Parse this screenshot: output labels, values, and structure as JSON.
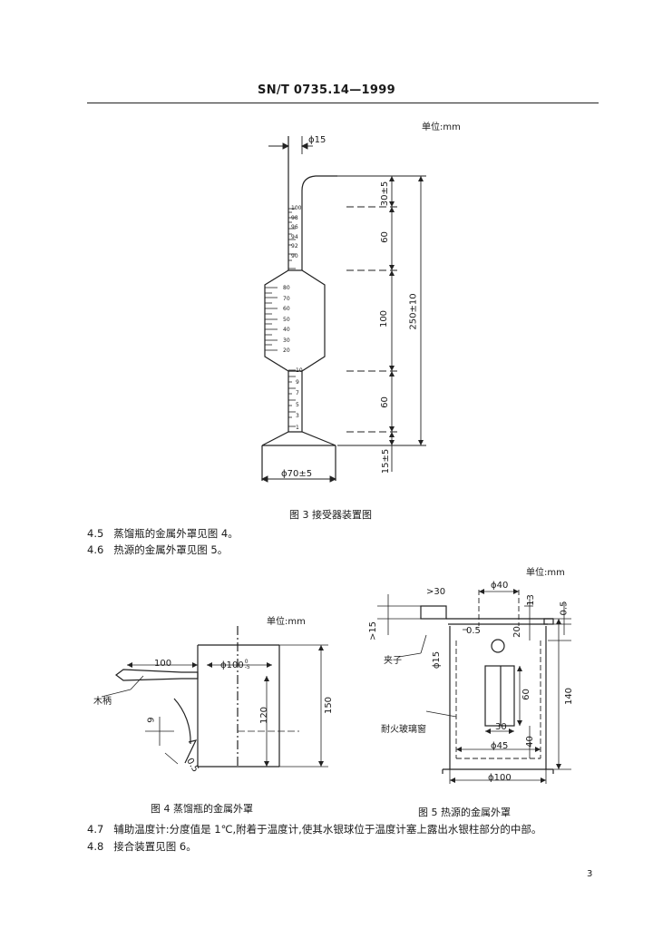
{
  "header": {
    "standard_no": "SN/T 0735.14—1999"
  },
  "figure3": {
    "unit": "单位:mm",
    "caption": "图 3   接受器装置图",
    "dims": {
      "top_dia": "ϕ15",
      "base_dia": "ϕ70±5",
      "d1": "30±5",
      "d2": "60",
      "d3": "100",
      "d4": "60",
      "d5": "15±5",
      "total": "250±10"
    },
    "scale_upper": [
      "100",
      "98",
      "96",
      "94",
      "92",
      "90"
    ],
    "scale_middle": [
      "80",
      "70",
      "60",
      "50",
      "40",
      "30",
      "20"
    ],
    "scale_lower": [
      "10",
      "9",
      "7",
      "5",
      "3",
      "1"
    ]
  },
  "para_4_5": {
    "num": "4.5",
    "text": "蒸馏瓶的金属外罩见图 4。"
  },
  "para_4_6": {
    "num": "4.6",
    "text": "热源的金属外罩见图 5。"
  },
  "figure4": {
    "unit": "单位:mm",
    "caption": "图 4   蒸馏瓶的金属外罩",
    "labels": {
      "handle_len": "100",
      "dia": "ϕ100",
      "dia_tol_top": "0",
      "dia_tol_bottom": "-5",
      "height": "150",
      "inner": "120",
      "hole": "9",
      "wall": "0.5",
      "wood_handle": "木柄"
    }
  },
  "figure5": {
    "unit": "单位:mm",
    "caption": "图 5   热源的金属外罩",
    "labels": {
      "gt30": ">30",
      "gt15": ">15",
      "dia40": "ϕ40",
      "h13": "13",
      "t05a": "0.5",
      "t05b": "0.5",
      "h20": "20",
      "clip": "夹子",
      "dia15": "ϕ15",
      "h60": "60",
      "h140": "140",
      "window": "耐火玻璃窗",
      "w30": "30",
      "dia45": "ϕ45",
      "h40": "40",
      "dia100": "ϕ100"
    }
  },
  "para_4_7": {
    "num": "4.7",
    "text": "辅助温度计:分度值是 1℃,附着于温度计,使其水银球位于温度计塞上露出水银柱部分的中部。"
  },
  "para_4_8": {
    "num": "4.8",
    "text": "接合装置见图 6。"
  },
  "page_number": "3"
}
